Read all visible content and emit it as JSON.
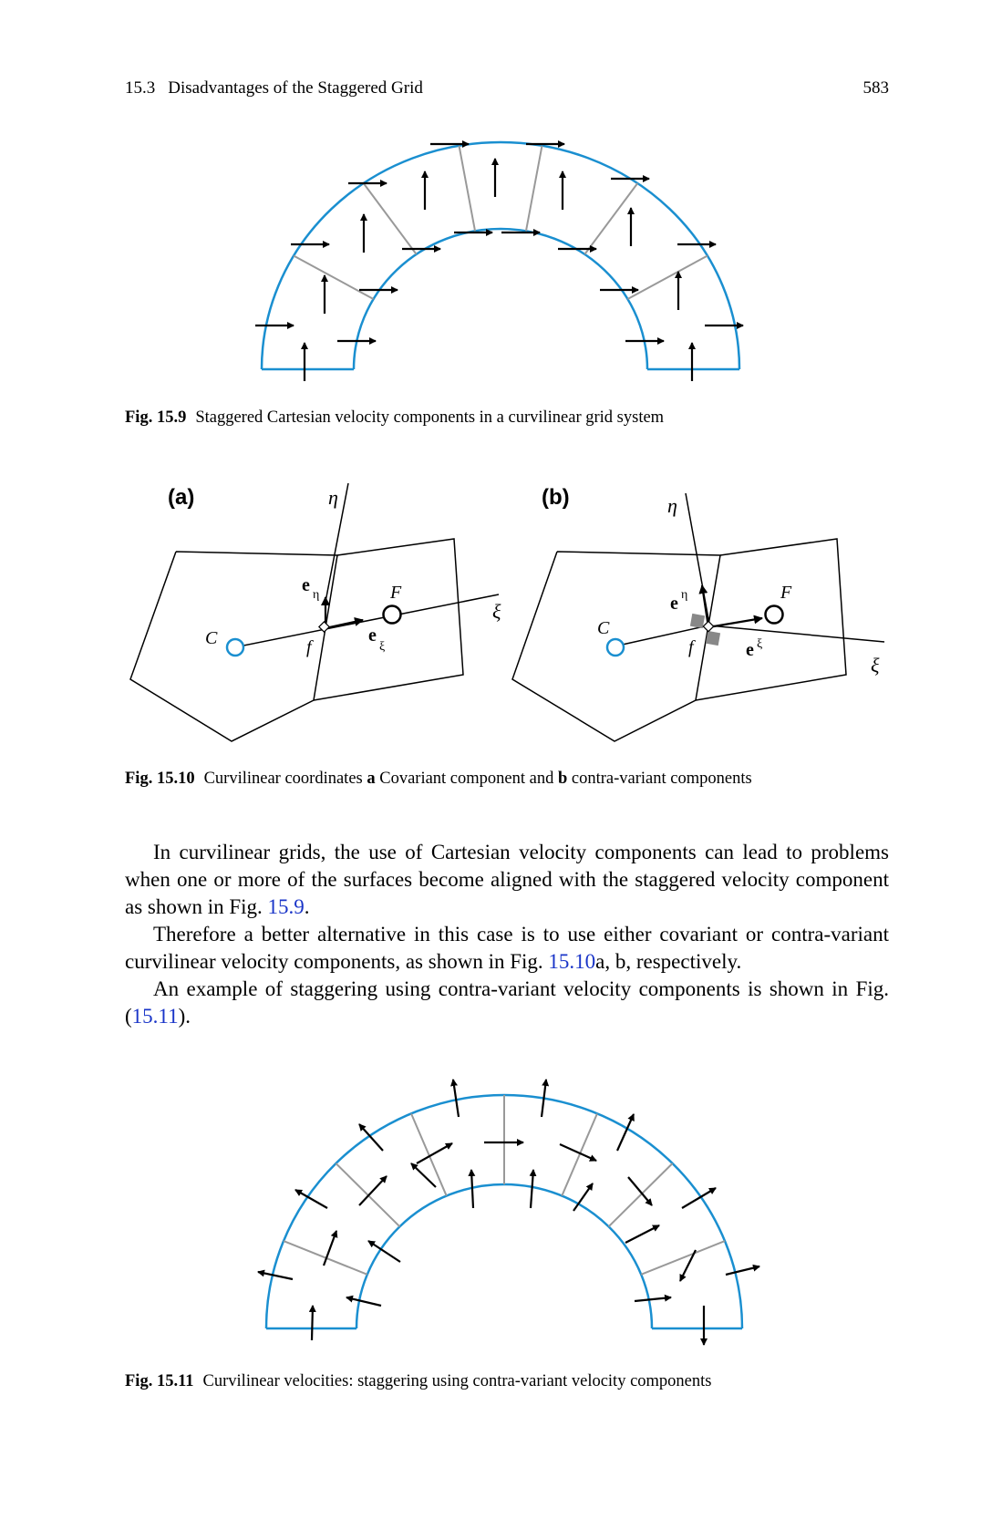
{
  "header": {
    "section_number": "15.3",
    "section_title": "Disadvantages of the Staggered Grid",
    "page_number": "583"
  },
  "fig9": {
    "label": "Fig. 15.9",
    "caption": "Staggered Cartesian velocity components in a curvilinear grid system"
  },
  "fig10": {
    "label": "Fig. 15.10",
    "caption_a": "Curvilinear coordinates",
    "a": "a",
    "caption_mid": "Covariant component and",
    "b": "b",
    "caption_b": "contra-variant components",
    "panel_a": {
      "tag": "(a)",
      "eta": "η",
      "xi": "ξ",
      "C": "C",
      "F": "F",
      "f": "f",
      "e_eta": "e",
      "e_eta_sub": "η",
      "e_xi": "e",
      "e_xi_sub": "ξ"
    },
    "panel_b": {
      "tag": "(b)",
      "eta": "η",
      "xi": "ξ",
      "C": "C",
      "F": "F",
      "f": "f",
      "e_eta": "e",
      "e_eta_sup": "η",
      "e_xi": "e",
      "e_xi_sup": "ξ"
    }
  },
  "body": {
    "p1_text": "In curvilinear grids, the use of Cartesian velocity components can lead to problems when one or more of the surfaces become aligned with the staggered velocity component as shown in Fig. ",
    "p1_link": "15.9",
    "p1_end": ".",
    "p2_text": "Therefore a better alternative in this case is to use either covariant or contra-variant curvilinear velocity components, as shown in Fig. ",
    "p2_link": "15.10",
    "p2_end": "a, b, respectively.",
    "p3_text": "An example of staggering using contra-variant velocity components is shown in Fig. (",
    "p3_link": "15.11",
    "p3_end": ")."
  },
  "fig11": {
    "label": "Fig. 15.11",
    "caption": "Curvilinear velocities: staggering using contra-variant velocity components"
  },
  "colors": {
    "grid_blue": "#1a8fd0",
    "grid_gray": "#999999",
    "link": "#1a35c8"
  }
}
